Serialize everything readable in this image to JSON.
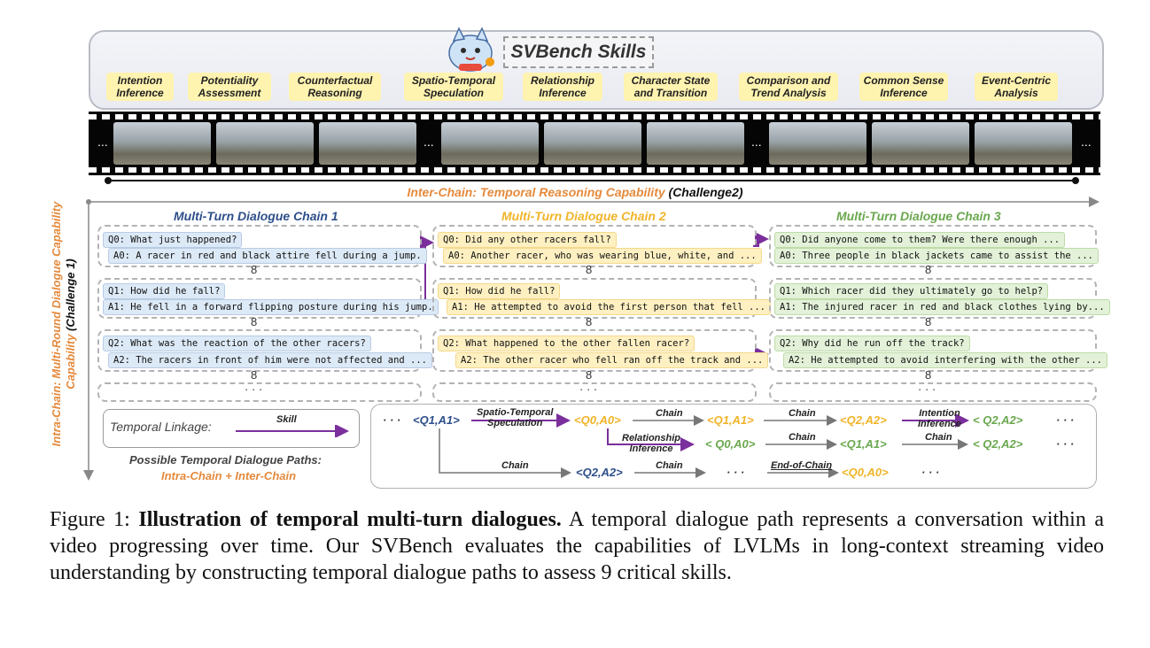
{
  "skills": {
    "title": "SVBench Skills",
    "items": [
      {
        "l1": "Intention",
        "l2": "Inference"
      },
      {
        "l1": "Potentiality",
        "l2": "Assessment"
      },
      {
        "l1": "Counterfactual",
        "l2": "Reasoning"
      },
      {
        "l1": "Spatio-Temporal",
        "l2": "Speculation"
      },
      {
        "l1": "Relationship",
        "l2": "Inference"
      },
      {
        "l1": "Character State",
        "l2": "and Transition"
      },
      {
        "l1": "Comparison and",
        "l2": "Trend Analysis"
      },
      {
        "l1": "Common Sense",
        "l2": "Inference"
      },
      {
        "l1": "Event-Centric",
        "l2": "Analysis"
      }
    ]
  },
  "film": {
    "ellipsis": "..."
  },
  "axes": {
    "inter_label": "Inter-Chain: Temporal Reasoning Capability",
    "inter_challenge": "(Challenge2)",
    "intra_label": "Intra-Chain: Multi-Round Dialogue Capability",
    "intra_challenge": "(Challenge 1)"
  },
  "chains": [
    {
      "title": "Multi-Turn Dialogue Chain 1",
      "color": "#2e4f8a",
      "turns": [
        {
          "q": "Q0: What just happened?",
          "a": "A0: A racer in red and black attire fell during a jump."
        },
        {
          "q": "Q1: How did he fall?",
          "a": "A1: He fell in a forward flipping posture during his jump."
        },
        {
          "q": "Q2: What was the reaction of the other racers?",
          "a": "A2: The racers in front of him were not affected and ..."
        }
      ]
    },
    {
      "title": "Multi-Turn Dialogue Chain 2",
      "color": "#f0b429",
      "turns": [
        {
          "q": "Q0: Did any other racers fall?",
          "a": "A0: Another racer, who was wearing blue, white, and ..."
        },
        {
          "q": "Q1: How did he fall?",
          "a": "A1: He attempted to avoid the first person that fell ..."
        },
        {
          "q": "Q2: What happened to the other fallen racer?",
          "a": "A2: The other racer who fell ran off the track and ..."
        }
      ]
    },
    {
      "title": "Multi-Turn Dialogue Chain 3",
      "color": "#6aa84f",
      "turns": [
        {
          "q": "Q0: Did anyone come to them? Were there enough ...",
          "a": "A0: Three people in black jackets came to assist the ..."
        },
        {
          "q": "Q1: Which racer did they ultimately go to help?",
          "a": "A1: The injured racer in red and black clothes lying by..."
        },
        {
          "q": "Q2: Why did he run off the track?",
          "a": "A2: He attempted to avoid interfering with the other ..."
        }
      ]
    }
  ],
  "link_glyph": "8",
  "dots": "· · ·",
  "linkage": {
    "label": "Temporal Linkage:",
    "arrow_label": "Skill",
    "paths_title": "Possible Temporal Dialogue Paths:",
    "paths_sub": "Intra-Chain + Inter-Chain"
  },
  "paths": {
    "lead": "· · ·",
    "start": "<Q1,A1>",
    "r1_l1": "Spatio-Temporal",
    "r1_l2": "Speculation",
    "r1_n1": "<Q0,A0>",
    "chain": "Chain",
    "r1_n2": "<Q1,A1>",
    "r1_n3": "<Q2,A2>",
    "r1_l3a": "Intention",
    "r1_l3b": "Inference",
    "r1_n4": "< Q2,A2>",
    "r2_l1a": "Relationship",
    "r2_l1b": "Inference",
    "r2_n1": "< Q0,A0>",
    "r2_n2": "<Q1,A1>",
    "r2_n3": "< Q2,A2>",
    "r3_n1": "<Q2,A2>",
    "r3_mid": "· · ·",
    "r3_eoc": "End-of-Chain",
    "r3_n2": "<Q0,A0>",
    "trail": "· · ·"
  },
  "caption": {
    "prefix": "Figure 1: ",
    "bold": "Illustration of temporal multi-turn dialogues.",
    "text": " A temporal dialogue path represents a conversation within a video progressing over time. Our SVBench evaluates the capabilities of LVLMs in long-context streaming video understanding by constructing temporal dialogue paths to assess 9 critical skills."
  },
  "colors": {
    "blue": "#2e4f8a",
    "yellow": "#f0b429",
    "green": "#6aa84f",
    "orange": "#e58a3c",
    "purple": "#7b2f9c"
  }
}
